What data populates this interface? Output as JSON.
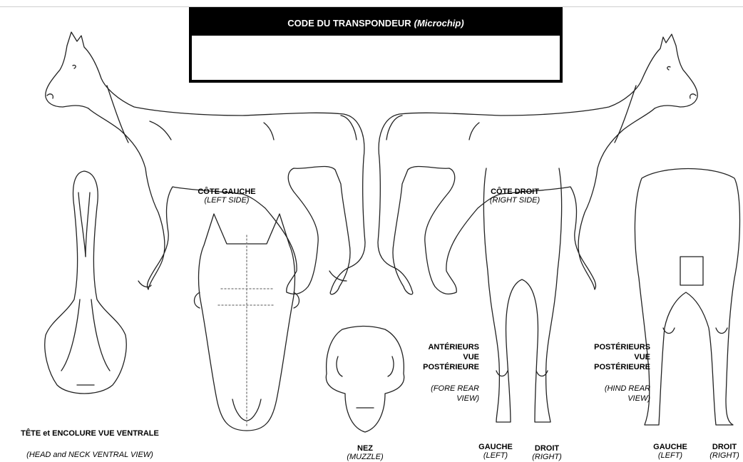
{
  "transponder": {
    "title": "CODE DU TRANSPONDEUR",
    "title_en": "(Microchip)",
    "value": ""
  },
  "labels": {
    "left_side": {
      "fr": "CÔTE GAUCHE",
      "en": "(LEFT SIDE)"
    },
    "right_side": {
      "fr": "CÔTE DROIT",
      "en": "(RIGHT SIDE)"
    },
    "ventral": {
      "fr": "TÊTE et ENCOLURE VUE VENTRALE",
      "en": "(HEAD and NECK VENTRAL VIEW)"
    },
    "muzzle": {
      "fr": "NEZ",
      "en": "(MUZZLE)"
    },
    "fore": {
      "fr1": "ANTÉRIEURS",
      "fr2": "VUE",
      "fr3": "POSTÉRIEURE",
      "en1": "(FORE REAR",
      "en2": "VIEW)"
    },
    "hind": {
      "fr1": "POSTÉRIEURS",
      "fr2": "VUE",
      "fr3": "POSTÉRIEURE",
      "en1": "(HIND REAR",
      "en2": "VIEW)"
    },
    "fore_left": {
      "fr": "GAUCHE",
      "en": "(LEFT)"
    },
    "fore_right": {
      "fr": "DROIT",
      "en": "(RIGHT)"
    },
    "hind_left": {
      "fr": "GAUCHE",
      "en": "(LEFT)"
    },
    "hind_right": {
      "fr": "DROIT",
      "en": "(RIGHT)"
    }
  }
}
